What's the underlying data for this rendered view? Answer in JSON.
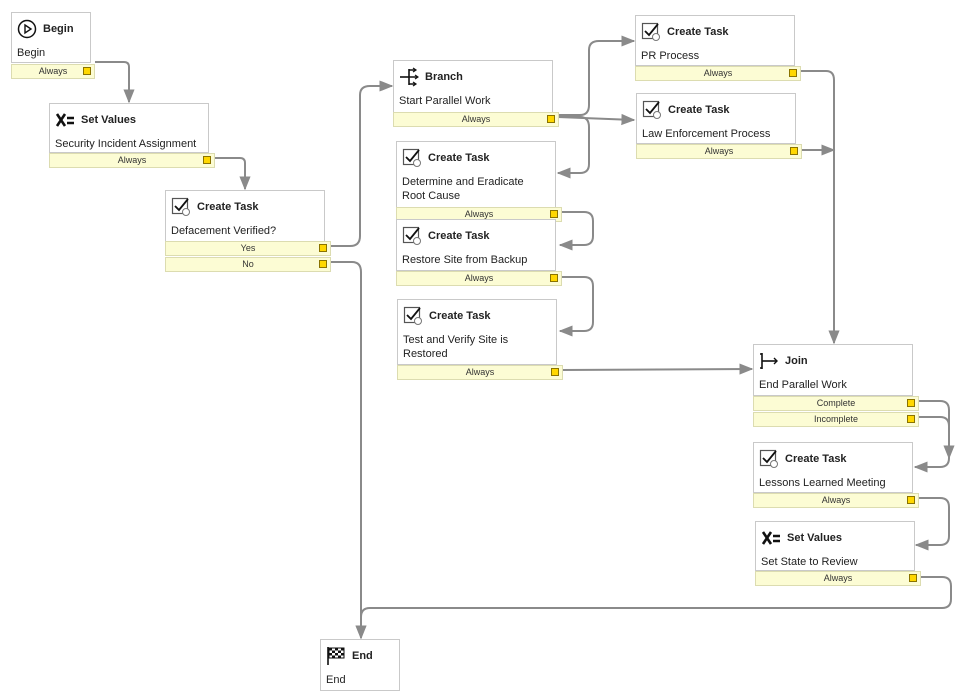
{
  "nodes": {
    "begin": {
      "type": "Begin",
      "label": "Begin",
      "ports": [
        "Always"
      ]
    },
    "set_values_1": {
      "type": "Set Values",
      "label": "Security Incident Assignment",
      "ports": [
        "Always"
      ]
    },
    "task_defacement": {
      "type": "Create Task",
      "label": "Defacement Verified?",
      "ports": [
        "Yes",
        "No"
      ]
    },
    "branch": {
      "type": "Branch",
      "label": "Start Parallel Work",
      "ports": [
        "Always"
      ]
    },
    "task_pr": {
      "type": "Create Task",
      "label": "PR Process",
      "ports": [
        "Always"
      ]
    },
    "task_law": {
      "type": "Create Task",
      "label": "Law Enforcement Process",
      "ports": [
        "Always"
      ]
    },
    "task_determine": {
      "type": "Create Task",
      "label": "Determine and Eradicate Root Cause",
      "ports": [
        "Always"
      ]
    },
    "task_restore": {
      "type": "Create Task",
      "label": "Restore Site from Backup",
      "ports": [
        "Always"
      ]
    },
    "task_test": {
      "type": "Create Task",
      "label": "Test and Verify Site is Restored",
      "ports": [
        "Always"
      ]
    },
    "join": {
      "type": "Join",
      "label": "End Parallel Work",
      "ports": [
        "Complete",
        "Incomplete"
      ]
    },
    "task_lessons": {
      "type": "Create Task",
      "label": "Lessons Learned Meeting",
      "ports": [
        "Always"
      ]
    },
    "set_values_2": {
      "type": "Set Values",
      "label": "Set State to Review",
      "ports": [
        "Always"
      ]
    },
    "end": {
      "type": "End",
      "label": "End",
      "ports": []
    }
  },
  "icons": {
    "begin": "play-circle-icon",
    "set_values": "x-equals-icon",
    "create_task": "task-checkbox-icon",
    "branch": "branch-fork-icon",
    "join": "join-merge-icon",
    "end": "checkered-flag-icon"
  },
  "colors": {
    "port_fill": "#fcfcd4",
    "knob": "#ffd700",
    "wire": "#8a8a8a",
    "border": "#c9c9c9"
  }
}
